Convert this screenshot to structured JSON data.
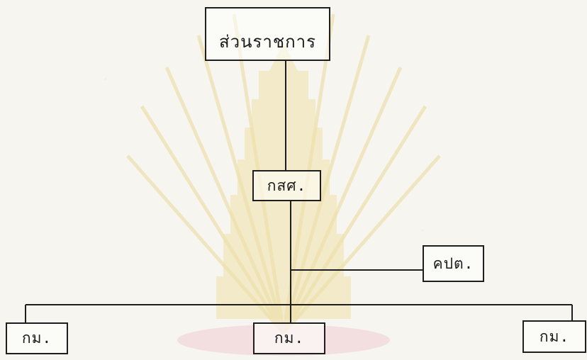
{
  "diagram": {
    "nodes": {
      "root": "ส่วนราชการ",
      "gst": "กสศ.",
      "kpt": "คปต.",
      "km_left": "กม.",
      "km_center": "กม.",
      "km_right": "กม."
    }
  },
  "colors": {
    "line": "#1e1e1e",
    "paper": "#f6f5f0",
    "watermark": "#e8d27a"
  },
  "watermark_icon": "university-seal-icon"
}
